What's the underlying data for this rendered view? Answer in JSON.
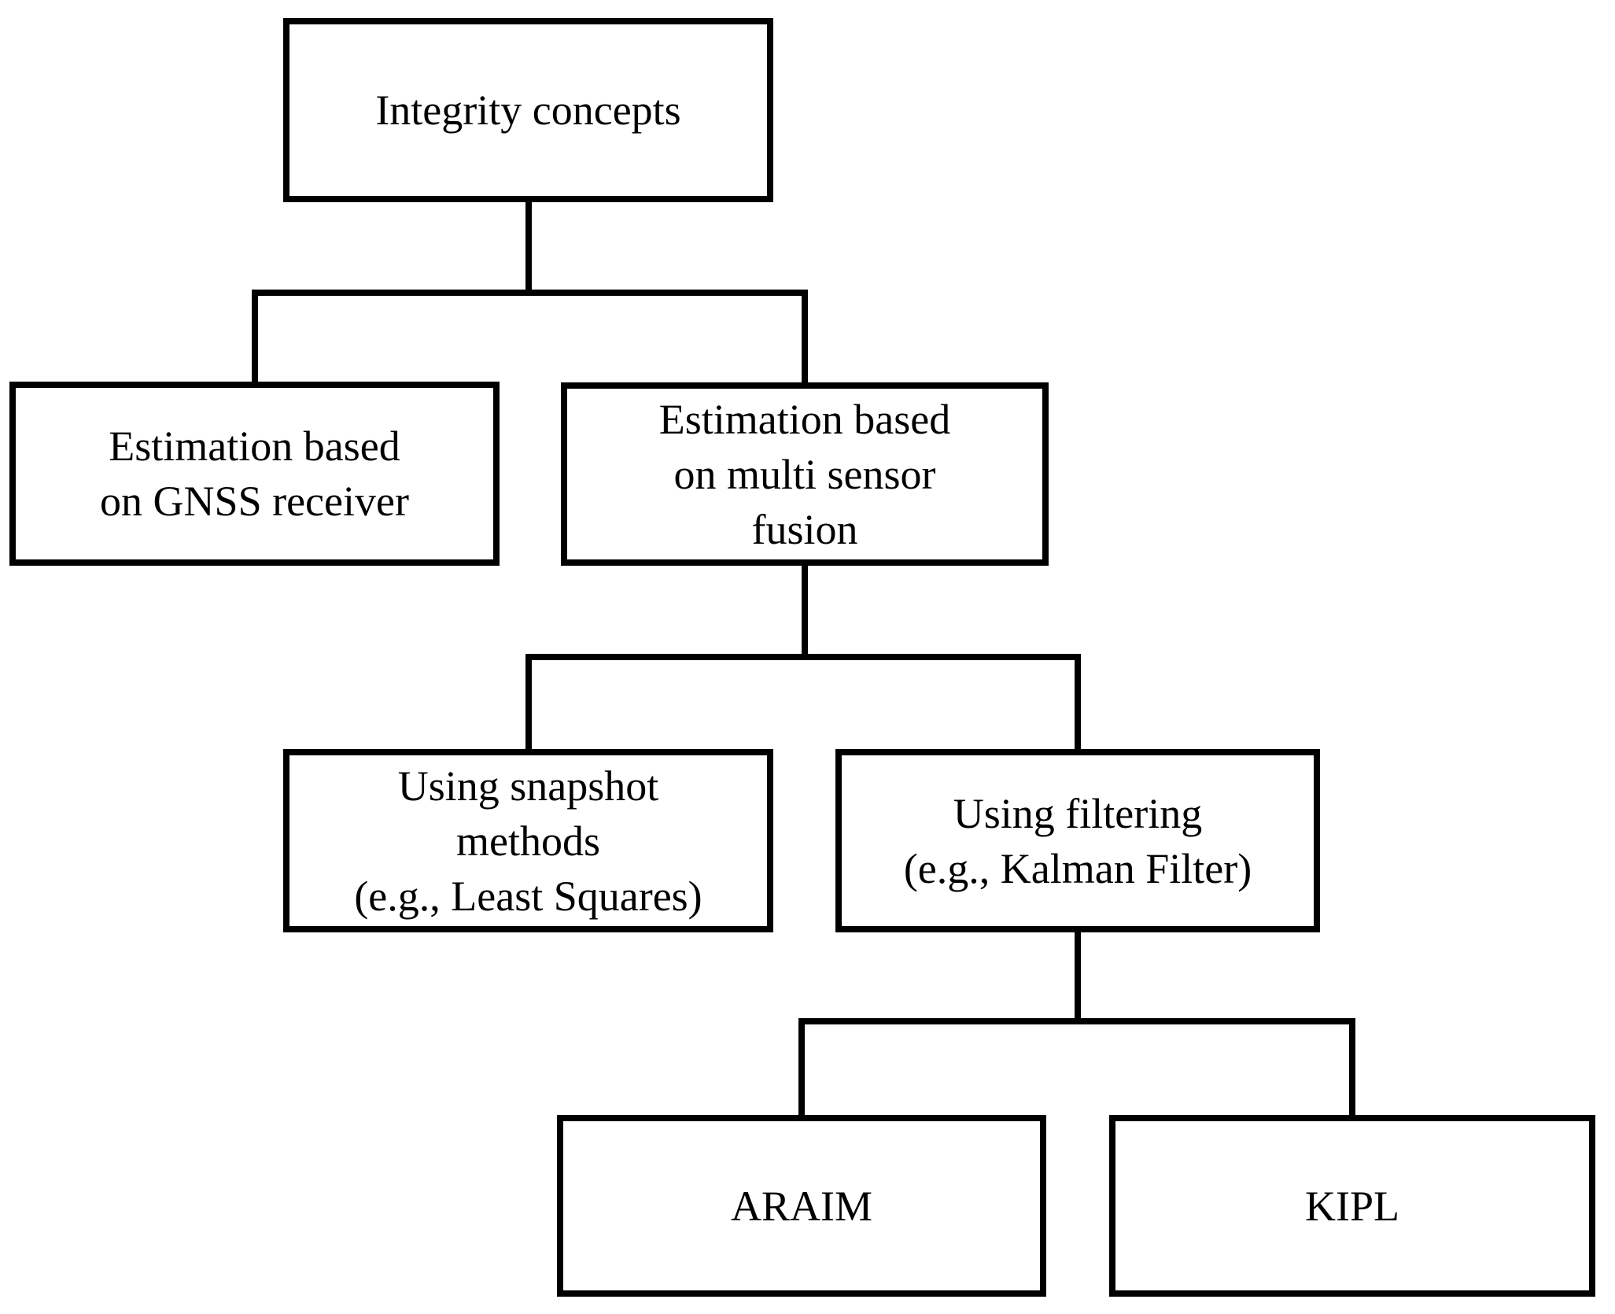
{
  "colors": {
    "line": "#000000",
    "background": "#ffffff",
    "text": "#000000"
  },
  "diagram": {
    "type": "tree-flowchart",
    "nodes": [
      {
        "id": "integrity-concepts",
        "lines": [
          "Integrity concepts"
        ]
      },
      {
        "id": "estimation-gnss-receiver",
        "lines": [
          "Estimation based",
          "on GNSS receiver"
        ]
      },
      {
        "id": "estimation-multi-sensor",
        "lines": [
          "Estimation based",
          "on multi sensor",
          "fusion"
        ]
      },
      {
        "id": "using-snapshot-methods",
        "lines": [
          "Using snapshot",
          "methods",
          "(e.g., Least Squares)"
        ]
      },
      {
        "id": "using-filtering",
        "lines": [
          "Using filtering",
          "(e.g., Kalman Filter)"
        ]
      },
      {
        "id": "araim",
        "lines": [
          "ARAIM"
        ]
      },
      {
        "id": "kipl",
        "lines": [
          "KIPL"
        ]
      }
    ],
    "edges": [
      {
        "from": "integrity-concepts",
        "to": "estimation-gnss-receiver"
      },
      {
        "from": "integrity-concepts",
        "to": "estimation-multi-sensor"
      },
      {
        "from": "estimation-multi-sensor",
        "to": "using-snapshot-methods"
      },
      {
        "from": "estimation-multi-sensor",
        "to": "using-filtering"
      },
      {
        "from": "using-filtering",
        "to": "araim"
      },
      {
        "from": "using-filtering",
        "to": "kipl"
      }
    ]
  }
}
